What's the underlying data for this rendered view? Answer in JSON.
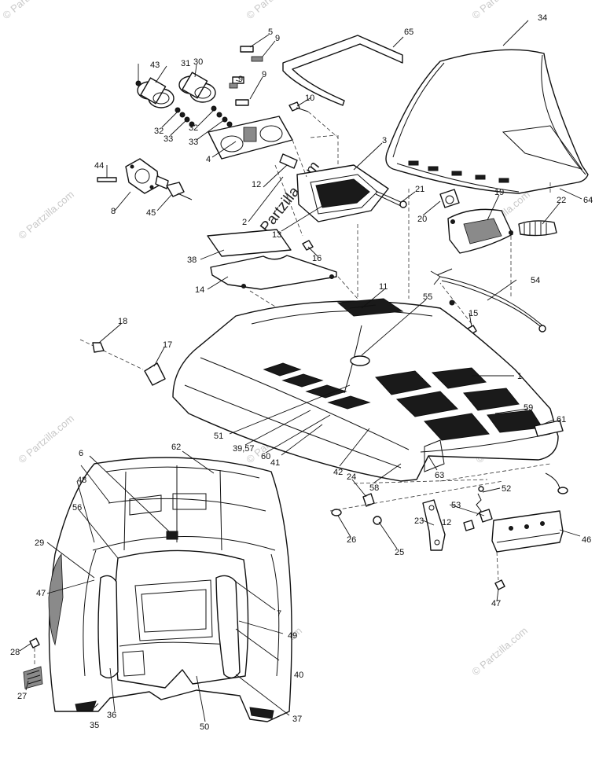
{
  "watermark": {
    "text": "© Partzilla.com",
    "center_text": "© Partzilla.com",
    "color": "#c9c9c9"
  },
  "callouts": {
    "c1": "1",
    "c2": "2",
    "c3": "3",
    "c4": "4",
    "c5": "5",
    "c6": "6",
    "c7": "7",
    "c8": "8",
    "c9a": "9",
    "c9b": "9",
    "c9c": "9",
    "c10": "10",
    "c11": "11",
    "c12a": "12",
    "c12b": "12",
    "c13": "13",
    "c14": "14",
    "c15": "15",
    "c16": "16",
    "c17": "17",
    "c18": "18",
    "c19": "19",
    "c20": "20",
    "c21": "21",
    "c22": "22",
    "c23": "23",
    "c24": "24",
    "c25": "25",
    "c26": "26",
    "c27": "27",
    "c28": "28",
    "c29": "29",
    "c30": "30",
    "c31": "31",
    "c32a": "32",
    "c32b": "32",
    "c33a": "33",
    "c33b": "33",
    "c34": "34",
    "c35": "35",
    "c36": "36",
    "c37": "37",
    "c38": "38",
    "c3957": "39,57",
    "c40": "40",
    "c41": "41",
    "c42": "42",
    "c43": "43",
    "c44": "44",
    "c45": "45",
    "c46": "46",
    "c47a": "47",
    "c47b": "47",
    "c48": "48",
    "c49": "49",
    "c50": "50",
    "c51": "51",
    "c52": "52",
    "c53": "53",
    "c54": "54",
    "c55": "55",
    "c56": "56",
    "c58": "58",
    "c59": "59",
    "c60": "60",
    "c61": "61",
    "c62": "62",
    "c63": "63",
    "c64": "64",
    "c65": "65"
  }
}
